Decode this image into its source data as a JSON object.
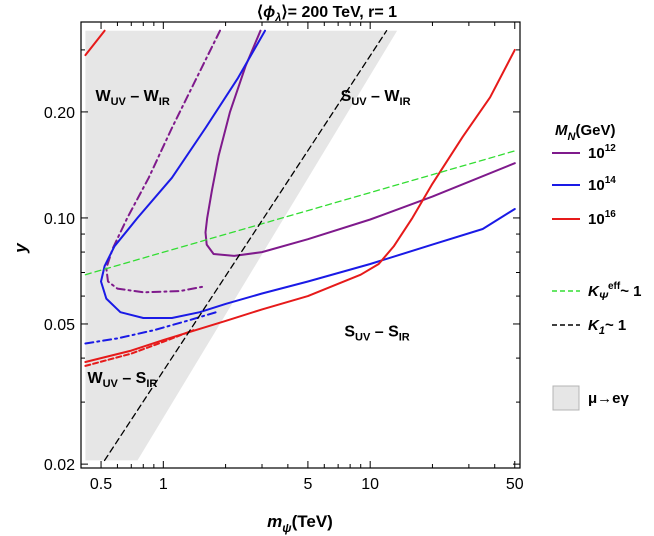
{
  "chart_data": {
    "type": "line",
    "title": "⟨ϕ_λ⟩= 200 TeV, r= 1",
    "title_parts": {
      "pre": "⟨",
      "phi": "ϕ",
      "lambda": "λ",
      "post": "⟩= 200 TeV, r= 1"
    },
    "xlabel": {
      "m": "m",
      "sub": "ψ",
      "unit": "(TeV)"
    },
    "ylabel": "y",
    "x_scale": "log",
    "y_scale": "log",
    "xlim": [
      0.4,
      53
    ],
    "ylim": [
      0.0195,
      0.36
    ],
    "x_ticks": [
      {
        "v": 0.5,
        "label": "0.5"
      },
      {
        "v": 1,
        "label": "1"
      },
      {
        "v": 5,
        "label": "5"
      },
      {
        "v": 10,
        "label": "10"
      },
      {
        "v": 50,
        "label": "50"
      }
    ],
    "x_minor": [
      0.6,
      0.7,
      0.8,
      0.9,
      2,
      3,
      4,
      6,
      7,
      8,
      9,
      20,
      30,
      40
    ],
    "y_ticks": [
      {
        "v": 0.02,
        "label": "0.02"
      },
      {
        "v": 0.05,
        "label": "0.05"
      },
      {
        "v": 0.1,
        "label": "0.10"
      },
      {
        "v": 0.2,
        "label": "0.20"
      }
    ],
    "y_minor": [
      0.03,
      0.04,
      0.06,
      0.07,
      0.08,
      0.09,
      0.3
    ],
    "grid": false,
    "legend_position": "right",
    "legend_title": {
      "m": "M",
      "sub": "N",
      "unit": "(GeV)"
    },
    "shaded_region": {
      "name": "μ→eγ",
      "color": "#e6e6e6",
      "stroke": "#b4b4b4",
      "polygon": [
        [
          0.42,
          0.0205
        ],
        [
          0.42,
          0.34
        ],
        [
          13.5,
          0.34
        ],
        [
          0.75,
          0.0205
        ]
      ]
    },
    "regions": [
      {
        "main": "W",
        "sub1": "UV",
        "dash": " – ",
        "second": "W",
        "sub2": "IR",
        "x": 0.47,
        "y": 0.215
      },
      {
        "main": "S",
        "sub1": "UV",
        "dash": " – ",
        "second": "W",
        "sub2": "IR",
        "x": 7.2,
        "y": 0.215
      },
      {
        "main": "W",
        "sub1": "UV",
        "dash": " – ",
        "second": "S",
        "sub2": "IR",
        "x": 0.43,
        "y": 0.034
      },
      {
        "main": "S",
        "sub1": "UV",
        "dash": " – ",
        "second": "S",
        "sub2": "IR",
        "x": 7.5,
        "y": 0.046
      }
    ],
    "series": [
      {
        "name_base": "10",
        "name_exp": "12",
        "color": "#7f1a8c",
        "style": "solid",
        "points": [
          [
            2.95,
            0.34
          ],
          [
            2.5,
            0.27
          ],
          [
            2.1,
            0.2
          ],
          [
            1.85,
            0.15
          ],
          [
            1.72,
            0.12
          ],
          [
            1.63,
            0.1
          ],
          [
            1.6,
            0.091
          ],
          [
            1.62,
            0.084
          ],
          [
            1.75,
            0.079
          ],
          [
            2.2,
            0.078
          ],
          [
            3,
            0.08
          ],
          [
            5,
            0.087
          ],
          [
            10,
            0.099
          ],
          [
            20,
            0.115
          ],
          [
            50,
            0.143
          ]
        ]
      },
      {
        "name_base": "10",
        "name_exp": "12",
        "color": "#7f1a8c",
        "style": "dashdot",
        "points": [
          [
            1.88,
            0.34
          ],
          [
            1.45,
            0.25
          ],
          [
            1.1,
            0.18
          ],
          [
            0.85,
            0.13
          ],
          [
            0.67,
            0.1
          ],
          [
            0.57,
            0.082
          ],
          [
            0.53,
            0.072
          ],
          [
            0.54,
            0.066
          ],
          [
            0.6,
            0.063
          ],
          [
            0.8,
            0.0615
          ],
          [
            1.2,
            0.062
          ],
          [
            1.6,
            0.064
          ]
        ]
      },
      {
        "name_base": "10",
        "name_exp": "14",
        "color": "#1a1ae6",
        "style": "solid",
        "points": [
          [
            3.1,
            0.34
          ],
          [
            2.3,
            0.25
          ],
          [
            1.6,
            0.18
          ],
          [
            1.1,
            0.13
          ],
          [
            0.75,
            0.1
          ],
          [
            0.58,
            0.083
          ],
          [
            0.52,
            0.073
          ],
          [
            0.5,
            0.066
          ],
          [
            0.53,
            0.059
          ],
          [
            0.62,
            0.054
          ],
          [
            0.8,
            0.052
          ],
          [
            1.1,
            0.052
          ],
          [
            1.5,
            0.054
          ],
          [
            2,
            0.057
          ],
          [
            3,
            0.061
          ],
          [
            5,
            0.066
          ],
          [
            10,
            0.074
          ],
          [
            20,
            0.084
          ],
          [
            35,
            0.093
          ],
          [
            50,
            0.106
          ]
        ]
      },
      {
        "name_base": "10",
        "name_exp": "14",
        "color": "#1a1ae6",
        "style": "dashdot",
        "points": [
          [
            0.42,
            0.044
          ],
          [
            0.6,
            0.0455
          ],
          [
            0.9,
            0.048
          ],
          [
            1.3,
            0.051
          ],
          [
            1.8,
            0.054
          ]
        ]
      },
      {
        "name_base": "10",
        "name_exp": "16",
        "color": "#e61a1a",
        "style": "solid",
        "points": [
          [
            0.42,
            0.039
          ],
          [
            0.7,
            0.042
          ],
          [
            1,
            0.045
          ],
          [
            2,
            0.051
          ],
          [
            3,
            0.055
          ],
          [
            5,
            0.06
          ],
          [
            7,
            0.065
          ],
          [
            9,
            0.069
          ],
          [
            11,
            0.074
          ],
          [
            13,
            0.083
          ],
          [
            16,
            0.1
          ],
          [
            20,
            0.125
          ],
          [
            28,
            0.17
          ],
          [
            38,
            0.22
          ],
          [
            50,
            0.3
          ]
        ]
      },
      {
        "name_base": "10",
        "name_exp": "16",
        "color": "#e61a1a",
        "style": "dashed_segment",
        "points": [
          [
            0.42,
            0.038
          ],
          [
            0.7,
            0.0412
          ],
          [
            1,
            0.0445
          ],
          [
            1.4,
            0.048
          ]
        ]
      },
      {
        "name_base": "10",
        "name_exp": "16",
        "color": "#e61a1a",
        "style": "solid_corner",
        "points": [
          [
            0.42,
            0.29
          ],
          [
            0.52,
            0.34
          ]
        ]
      },
      {
        "name_base": "K",
        "name_sub": "Ψ",
        "name_sup": "eff",
        "name_tail": "~ 1",
        "color": "#33dd33",
        "style": "dashed",
        "points": [
          [
            0.42,
            0.069
          ],
          [
            50,
            0.155
          ]
        ]
      },
      {
        "name_base": "K",
        "name_sub": "1",
        "name_tail": "~ 1",
        "color": "#000000",
        "style": "dashed",
        "points": [
          [
            0.52,
            0.0205
          ],
          [
            12,
            0.34
          ]
        ]
      }
    ],
    "legend": [
      {
        "base": "10",
        "exp": "12",
        "color": "#7f1a8c",
        "style": "solid"
      },
      {
        "base": "10",
        "exp": "14",
        "color": "#1a1ae6",
        "style": "solid"
      },
      {
        "base": "10",
        "exp": "16",
        "color": "#e61a1a",
        "style": "solid"
      },
      {
        "base": "K",
        "sub": "Ψ",
        "sup": "eff",
        "tail": "~ 1",
        "color": "#33dd33",
        "style": "dashed"
      },
      {
        "base": "K",
        "sub": "1",
        "tail": "~ 1",
        "color": "#000000",
        "style": "dashed"
      },
      {
        "label": "μ→eγ",
        "color": "#e6e6e6",
        "style": "box"
      }
    ]
  }
}
